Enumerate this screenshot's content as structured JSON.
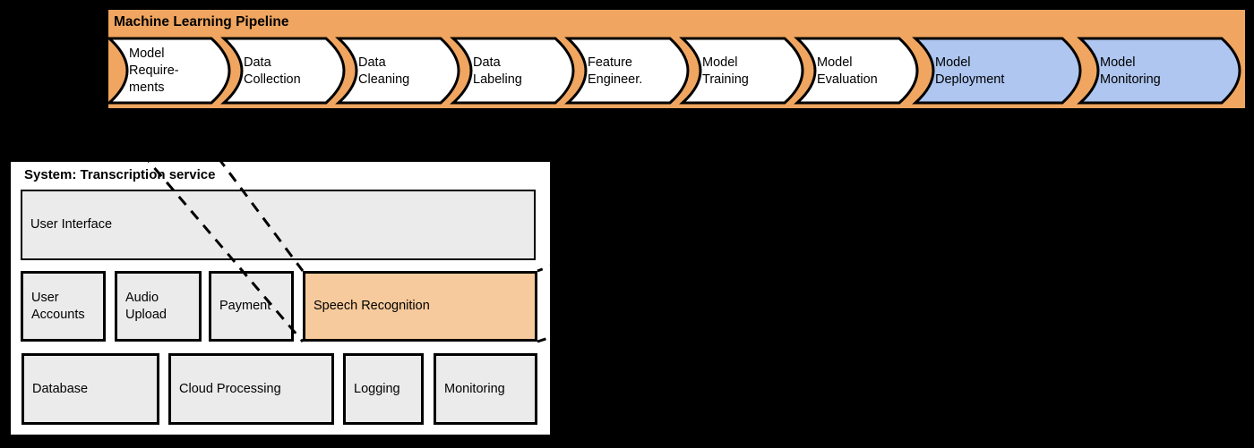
{
  "pipeline": {
    "title": "Machine Learning Pipeline",
    "colors": {
      "banner": "#F0A660",
      "stage": "#FFFFFF",
      "stage_highlight": "#AEC6F0",
      "outline": "#000000"
    },
    "stages": [
      {
        "label": "Model\nRequire-\nments",
        "highlighted": false
      },
      {
        "label": "Data\nCollection",
        "highlighted": false
      },
      {
        "label": "Data\nCleaning",
        "highlighted": false
      },
      {
        "label": "Data\nLabeling",
        "highlighted": false
      },
      {
        "label": "Feature\nEngineer.",
        "highlighted": false
      },
      {
        "label": "Model\nTraining",
        "highlighted": false
      },
      {
        "label": "Model\nEvaluation",
        "highlighted": false
      },
      {
        "label": "Model\nDeployment",
        "highlighted": true
      },
      {
        "label": "Model\nMonitoring",
        "highlighted": true
      }
    ]
  },
  "system": {
    "title": "System: Transcription service",
    "colors": {
      "box": "#EBEBEB",
      "highlight": "#F6CA9C"
    },
    "components": {
      "user_interface": "User Interface",
      "user_accounts": "User\nAccounts",
      "audio_upload": "Audio\nUpload",
      "payment": "Payment",
      "speech_recognition": "Speech Recognition",
      "database": "Database",
      "cloud_processing": "Cloud Processing",
      "logging": "Logging",
      "monitoring": "Monitoring"
    }
  }
}
